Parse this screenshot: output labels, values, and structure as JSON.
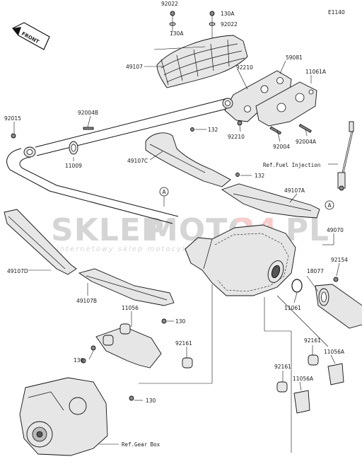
{
  "diagram_code": "E1140",
  "front_label": "FRONT",
  "watermark": {
    "brand_a": "SKLEP",
    "brand_b": "MOTO",
    "brand_c": "24",
    "brand_d": ".PL",
    "tagline": "internetowy sklep motocyklowy"
  },
  "callouts": {
    "p92022_top": "92022",
    "p130A_1": "130A",
    "p130A_2": "130A",
    "p92022_2": "92022",
    "p49107_top": "49107",
    "p59081": "59081",
    "p11061A": "11061A",
    "p92210_1": "92210",
    "p92210_2": "92210",
    "p92015": "92015",
    "p92004B": "92004B",
    "p132_1": "132",
    "p132_2": "132",
    "p92004": "92004",
    "p92004A": "92004A",
    "p11009": "11009",
    "p49107C": "49107C",
    "ref_fuel": "Ref.Fuel Injection",
    "ref_A_1": "A",
    "ref_A_2": "A",
    "p49107A": "49107A",
    "p49070": "49070",
    "p92154": "92154",
    "p18077": "18077",
    "p49107D": "49107D",
    "p49107B": "49107B",
    "p11061": "11061",
    "p11056": "11056",
    "p130_1": "130",
    "p92161_1": "92161",
    "p130_2": "130",
    "p92161_2": "92161",
    "p11056A_1": "11056A",
    "p92161_3": "92161",
    "p11056A_2": "11056A",
    "p130_3": "130",
    "ref_gear": "Ref.Gear Box"
  }
}
